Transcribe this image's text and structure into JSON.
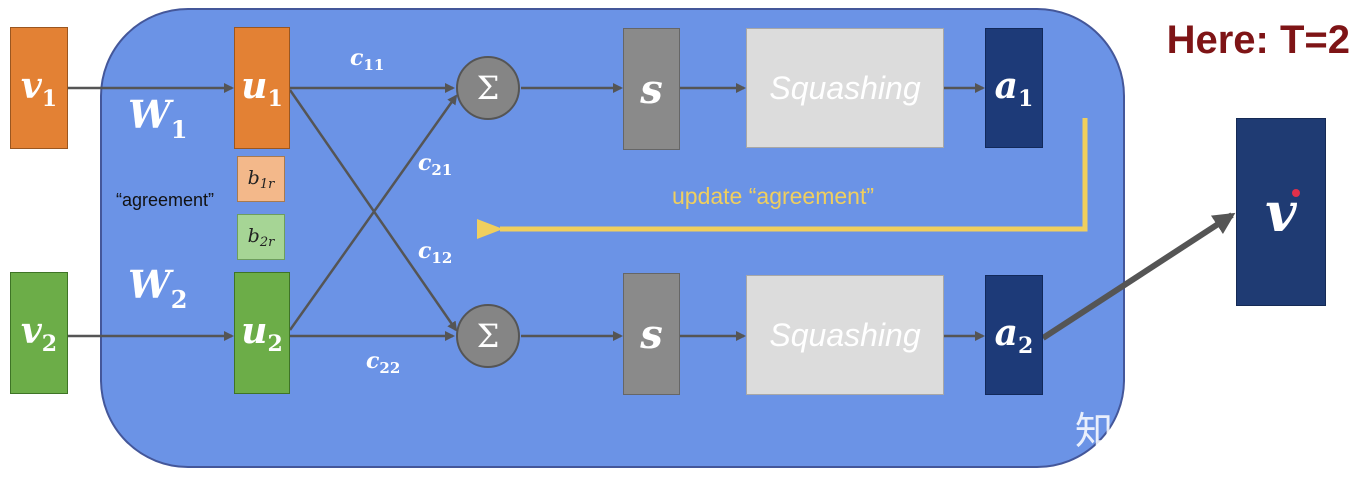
{
  "heading": "Here: T=2",
  "inputs": {
    "v1": {
      "sym": "v",
      "sub": "1"
    },
    "v2": {
      "sym": "v",
      "sub": "2"
    }
  },
  "weights": {
    "w1": {
      "sym": "W",
      "sub": "1"
    },
    "w2": {
      "sym": "W",
      "sub": "2"
    }
  },
  "uvec": {
    "u1": {
      "sym": "u",
      "sub": "1"
    },
    "u2": {
      "sym": "u",
      "sub": "2"
    }
  },
  "bias": {
    "b1": {
      "sym": "b",
      "sub": "1r"
    },
    "b2": {
      "sym": "b",
      "sub": "2r"
    }
  },
  "agreement_label": "“agreement”",
  "coeffs": {
    "c11": {
      "sym": "c",
      "sub": "11"
    },
    "c21": {
      "sym": "c",
      "sub": "21"
    },
    "c12": {
      "sym": "c",
      "sub": "12"
    },
    "c22": {
      "sym": "c",
      "sub": "22"
    }
  },
  "sum_symbol": "Σ",
  "s_label": "s",
  "squash_label": "Squashing",
  "avec": {
    "a1": {
      "sym": "a",
      "sub": "1"
    },
    "a2": {
      "sym": "a",
      "sub": "2"
    }
  },
  "update_label": "update “agreement”",
  "output": {
    "sym": "v"
  },
  "watermark": "知乎 @高云浩",
  "colors": {
    "panel": "#6b93e6",
    "orange": "#e38134",
    "green": "#6cad48",
    "navy": "#1d3a78",
    "heading": "#7e1416",
    "update_arrow": "#f0cf5e",
    "output_box": "#1f3b73",
    "output_dot": "#e0304a"
  }
}
